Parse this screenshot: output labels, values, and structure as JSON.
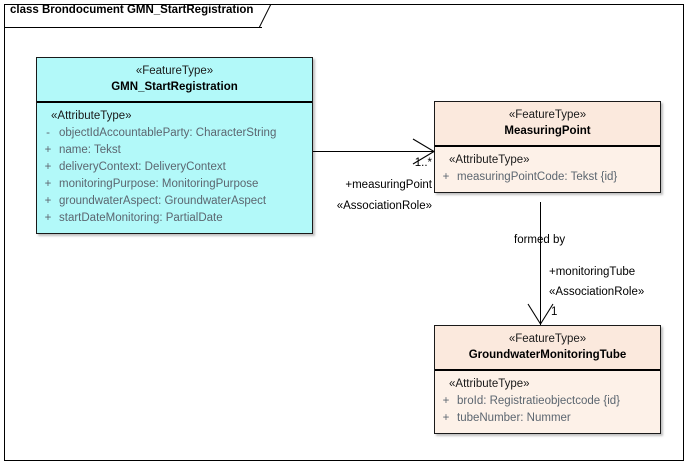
{
  "diagram": {
    "title": "class Brondocument GMN_StartRegistration",
    "frame_border_color": "#000000",
    "background": "#ffffff"
  },
  "classes": [
    {
      "id": "gmn-startregistration",
      "stereotype": "«FeatureType»",
      "name": "GMN_StartRegistration",
      "fill": "#b2f9f9",
      "attribute_stereotype": "«AttributeType»",
      "attributes": [
        {
          "visibility": "-",
          "text": "objectIdAccountableParty: CharacterString"
        },
        {
          "visibility": "+",
          "text": "name: Tekst"
        },
        {
          "visibility": "+",
          "text": "deliveryContext: DeliveryContext"
        },
        {
          "visibility": "+",
          "text": "monitoringPurpose: MonitoringPurpose"
        },
        {
          "visibility": "+",
          "text": "groundwaterAspect: GroundwaterAspect"
        },
        {
          "visibility": "+",
          "text": "startDateMonitoring: PartialDate"
        }
      ]
    },
    {
      "id": "measuringpoint",
      "stereotype": "«FeatureType»",
      "name": "MeasuringPoint",
      "fill": "#fbe9dd",
      "attribute_stereotype": "«AttributeType»",
      "attributes": [
        {
          "visibility": "+",
          "text": "measuringPointCode: Tekst {id}"
        }
      ]
    },
    {
      "id": "groundwatermonitoringtube",
      "stereotype": "«FeatureType»",
      "name": "GroundwaterMonitoringTube",
      "fill": "#fbe9dd",
      "attribute_stereotype": "«AttributeType»",
      "attributes": [
        {
          "visibility": "+",
          "text": "broId: Registratieobjectcode {id}"
        },
        {
          "visibility": "+",
          "text": "tubeNumber: Nummer"
        }
      ]
    }
  ],
  "associations": [
    {
      "id": "gmn-to-measuringpoint",
      "from": "GMN_StartRegistration",
      "to": "MeasuringPoint",
      "multiplicity": "1..*",
      "role": "+measuringPoint",
      "stereotype": "«AssociationRole»"
    },
    {
      "id": "measuringpoint-to-tube",
      "from": "MeasuringPoint",
      "to": "GroundwaterMonitoringTube",
      "name": "formed by",
      "multiplicity": "1",
      "role": "+monitoringTube",
      "stereotype": "«AssociationRole»"
    }
  ]
}
